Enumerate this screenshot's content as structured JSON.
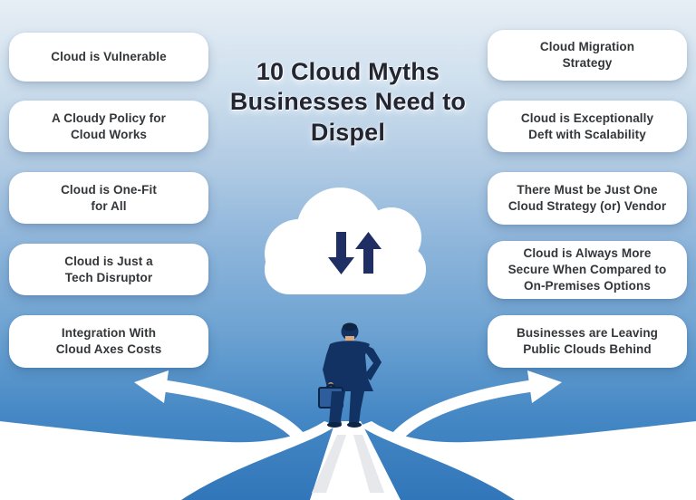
{
  "title": "10 Cloud Myths\nBusinesses Need to\nDispel",
  "left_myths": [
    "Cloud is Vulnerable",
    "A Cloudy Policy for\nCloud Works",
    "Cloud is One-Fit\nfor All",
    "Cloud is Just a\nTech Disruptor",
    "Integration With\nCloud Axes Costs"
  ],
  "right_myths": [
    "Cloud Migration\nStrategy",
    "Cloud is Exceptionally\nDeft with Scalability",
    "There Must be Just One\nCloud Strategy (or) Vendor",
    "Cloud is Always More\nSecure When Compared to\nOn-Premises Options",
    "Businesses are Leaving\nPublic Clouds Behind"
  ],
  "icons": {
    "center": "cloud-data-transfer-icon",
    "center_glyphs": [
      "down-arrow",
      "up-arrow"
    ],
    "left_road": "left-direction-arrow",
    "right_road": "right-direction-arrow",
    "figure": "businessman-at-crossroads"
  },
  "colors": {
    "background_top": "#e7eef5",
    "background_mid": "#6ea3d2",
    "background_bottom": "#3176b9",
    "title_text": "#232530",
    "card_bg": "#ffffff",
    "card_text": "#333639",
    "cloud_white": "#ffffff",
    "arrow_navy": "#1f2e63",
    "suit_navy": "#123264",
    "suit_dark": "#0d2444",
    "briefcase_blue": "#2d5d9c",
    "skin": "#d9a97f",
    "road_white": "#ffffff",
    "road_stripe": "#e6e8eb"
  }
}
